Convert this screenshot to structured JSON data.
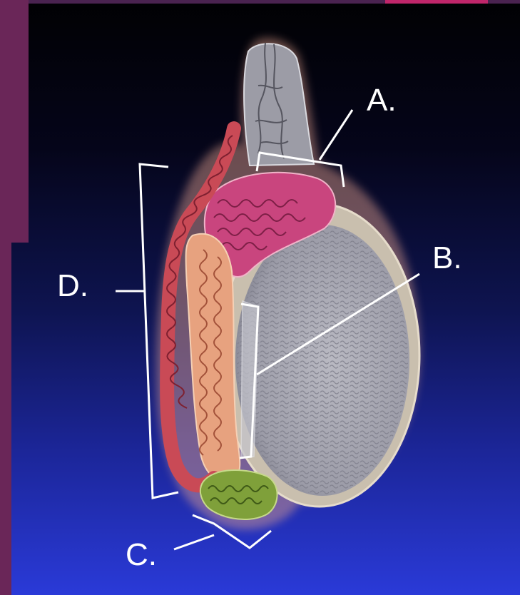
{
  "labels": {
    "a": "A.",
    "b": "B.",
    "c": "C.",
    "d": "D."
  },
  "colors": {
    "slide_top": "#010103",
    "slide_bottom": "#2a3ad8",
    "side_band": "#6a2658",
    "top_accent": "#c0266a",
    "testis_fill": "#a9a9b3",
    "epididymis_head": "#c9457e",
    "epididymis_tail": "#7fa03a",
    "duct": "#c94a56",
    "callout": "#ffffff"
  }
}
